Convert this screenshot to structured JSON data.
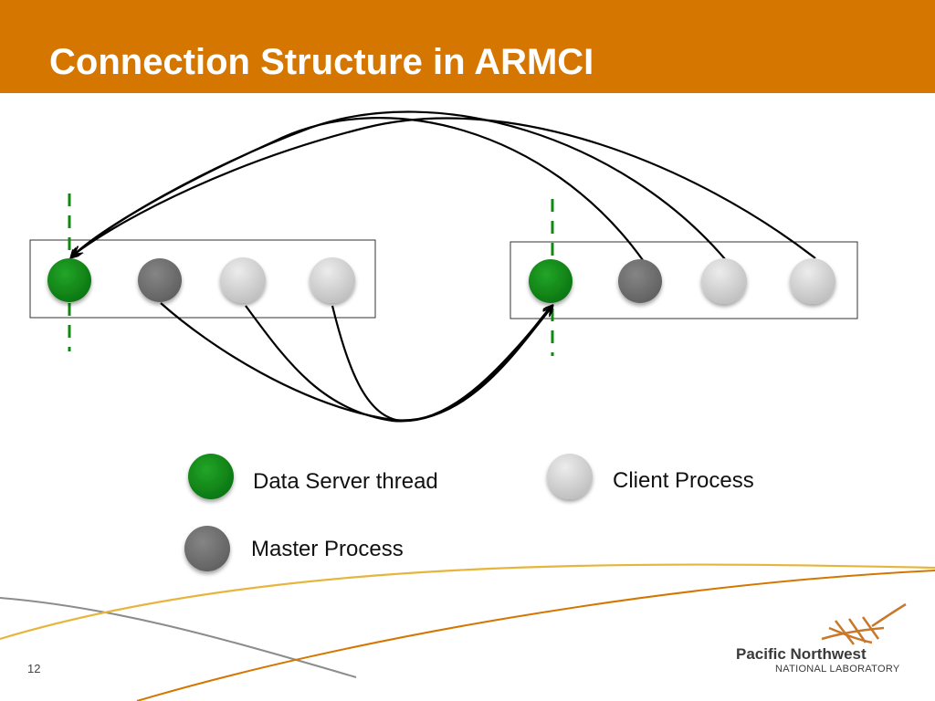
{
  "slide": {
    "title": "Connection Structure in ARMCI",
    "page_number": "12"
  },
  "legend": {
    "data_server": "Data Server thread",
    "master": "Master Process",
    "client": "Client Process"
  },
  "logo": {
    "name": "Pacific Northwest",
    "subtitle": "NATIONAL LABORATORY"
  },
  "colors": {
    "title_bar": "#d47600",
    "data_server": "#0f8a14",
    "master": "#6f6f6f",
    "client": "#d2d2d2",
    "divider_dash": "#118811",
    "arrow": "#000000"
  },
  "diagram": {
    "nodes": [
      {
        "id": "left-data-server",
        "role": "data_server"
      },
      {
        "id": "left-master",
        "role": "master"
      },
      {
        "id": "left-client-1",
        "role": "client"
      },
      {
        "id": "left-client-2",
        "role": "client"
      },
      {
        "id": "right-data-server",
        "role": "data_server"
      },
      {
        "id": "right-master",
        "role": "master"
      },
      {
        "id": "right-client-1",
        "role": "client"
      },
      {
        "id": "right-client-2",
        "role": "client"
      }
    ],
    "connections": [
      {
        "from": "right-master",
        "to": "left-data-server"
      },
      {
        "from": "right-client-1",
        "to": "left-data-server"
      },
      {
        "from": "right-client-2",
        "to": "left-data-server"
      },
      {
        "from": "left-master",
        "to": "right-data-server"
      },
      {
        "from": "left-client-1",
        "to": "right-data-server"
      },
      {
        "from": "left-client-2",
        "to": "right-data-server"
      }
    ]
  }
}
